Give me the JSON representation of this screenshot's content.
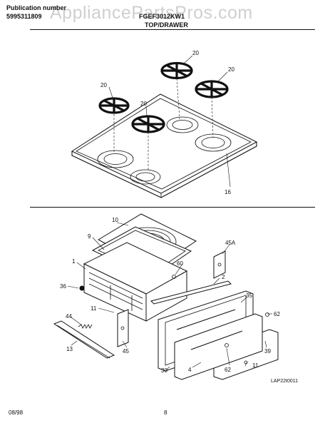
{
  "header": {
    "pub_label": "Publication number",
    "pub_number": "5995311809",
    "model": "FGEF3012KW1",
    "section": "TOP/DRAWER",
    "watermark": "AppliancePartsPros.com"
  },
  "top_callouts": [
    "20",
    "20",
    "20",
    "20",
    "16"
  ],
  "drawer_callouts": [
    "10",
    "9",
    "45A",
    "1",
    "60",
    "2",
    "36",
    "35",
    "11",
    "62",
    "44",
    "45",
    "39",
    "13",
    "30",
    "4",
    "62",
    "11"
  ],
  "diagram_code": "LAP22t0011",
  "footer": {
    "date": "08/98",
    "page": "8"
  }
}
